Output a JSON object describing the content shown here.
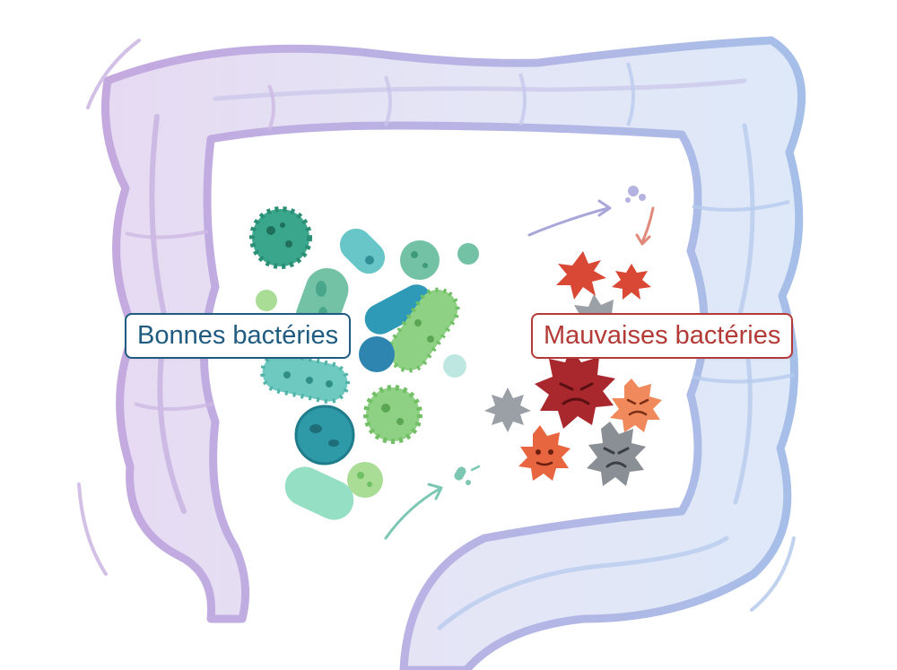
{
  "labels": {
    "good": "Bonnes bactéries",
    "bad": "Mauvaises bactéries"
  },
  "colors": {
    "good_label": "#1f5b80",
    "bad_label": "#b33a36",
    "intestine_left": "#c8b0de",
    "intestine_right": "#a9bfe6",
    "good_microbes": [
      "#3aa78c",
      "#73c2a6",
      "#68c6c9",
      "#8fd184",
      "#2e86b0",
      "#95dfc4"
    ],
    "bad_microbes": [
      "#d94835",
      "#e8663f",
      "#f08a5d",
      "#a8282d",
      "#8a8f95",
      "#b8312c"
    ]
  },
  "icons": {
    "good_microbes": "good-bacteria-icons",
    "bad_microbes": "bad-bacteria-icons",
    "intestine": "large-intestine-illustration",
    "arrows": "migration-arrow-icons"
  }
}
